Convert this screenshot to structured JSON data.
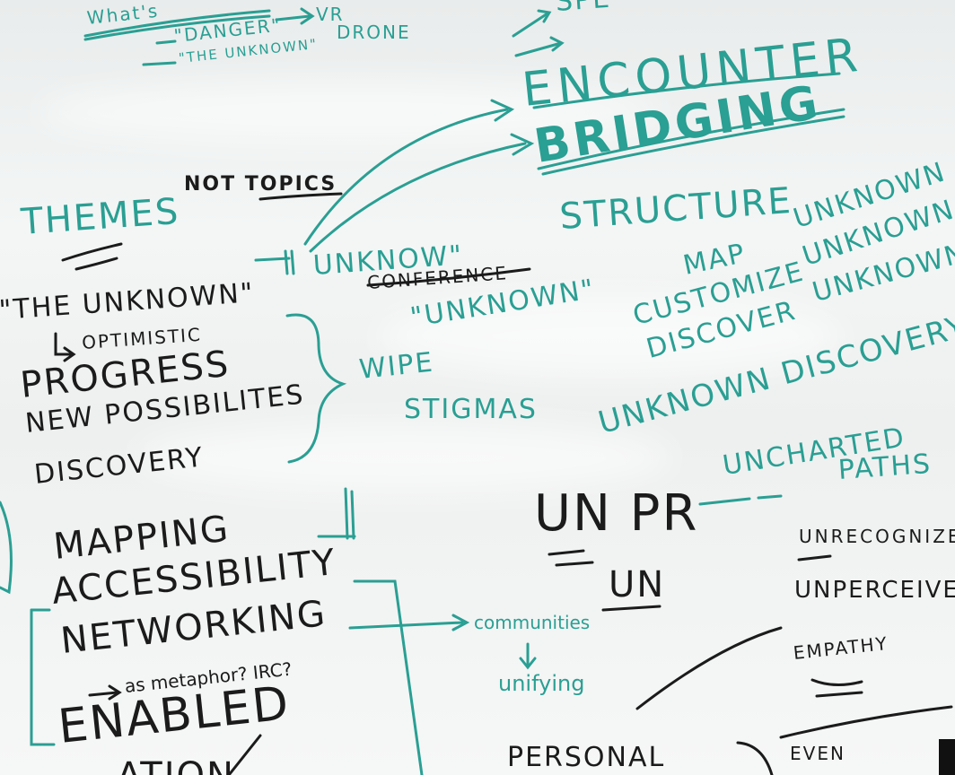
{
  "whiteboard": {
    "teal_notes": {
      "whats": "What's",
      "danger": "\"DANGER\"",
      "the_unknown_small": "\"THE UNKNOWN\"",
      "vr": "VR",
      "drone": "DRONE",
      "spe": "SPE",
      "encounter": "ENCOUNTER",
      "bridging": "BRIDGING",
      "unknow_q": "UNKNOW\"",
      "unknown_q": "\"UNKNOWN\"",
      "wipe": "WIPE",
      "stigmas": "STIGMAS",
      "structure": "STRUCTURE",
      "map": "MAP",
      "customize": "CUSTOMIZE",
      "discover": "DISCOVER",
      "unknown_1": "UNKNOWN",
      "unknown_2": "UNKNOWN",
      "unknown_3": "UNKNOWN",
      "unknown_discovery": "UNKNOWN DISCOVERY",
      "uncharted": "UNCHARTED",
      "paths": "PATHS",
      "communities": "communities",
      "unifying": "unifying",
      "as_metaphor": "as metaphor? IRC?"
    },
    "black_notes": {
      "not_topics": "NOT TOPICS",
      "themes": "THEMES",
      "conference": "CONFERENCE",
      "the_unknown": "\"THE UNKNOWN\"",
      "optimistic": "OPTIMISTIC",
      "progress": "PROGRESS",
      "new_possibilities": "NEW POSSIBILITES",
      "discovery": "DISCOVERY",
      "mapping": "MAPPING",
      "accessibility": "ACCESSIBILITY",
      "networking": "NETWORKING",
      "enabled": "ENABLED",
      "ation": "ATION",
      "un_pr": "UN PR",
      "un": "UN",
      "unrecognized": "UNRECOGNIZE",
      "unperceived": "UNPERCEIVED",
      "empathy": "EMPATHY",
      "personal": "PERSONAL",
      "even": "EVEN"
    }
  }
}
